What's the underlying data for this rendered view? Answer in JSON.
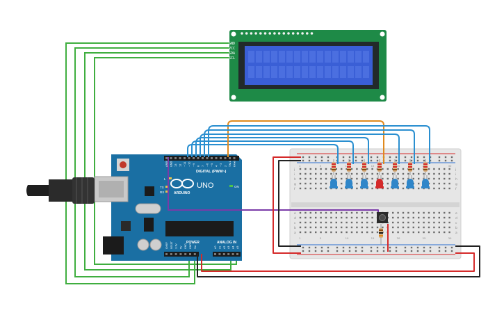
{
  "lcd": {
    "pin_labels": [
      "GND",
      "VCC",
      "SDA",
      "SCL"
    ],
    "screen_color": "#3a5fd6",
    "board_color": "#1e8a47"
  },
  "arduino": {
    "board_color": "#1a6fa3",
    "logo": "UNO",
    "brand": "ARDUINO",
    "digital_header": "DIGITAL (PWM~)",
    "analog_header": "ANALOG IN",
    "power_header": "POWER",
    "led_labels": [
      "L",
      "TX",
      "RX"
    ],
    "on_label": "ON",
    "top_pins": [
      "AREF",
      "GND",
      "13",
      "12",
      "~11",
      "~10",
      "~9",
      "8",
      "7",
      "~6",
      "~5",
      "4",
      "~3",
      "2",
      "TX▸1",
      "RX◂0"
    ],
    "power_pins": [
      "IOREF",
      "RESET",
      "3.3V",
      "5V",
      "GND",
      "GND",
      "Vin"
    ],
    "analog_pins": [
      "A0",
      "A1",
      "A2",
      "A3",
      "A4",
      "A5"
    ]
  },
  "breadboard": {
    "row_letters_top": [
      "j",
      "i",
      "h",
      "g",
      "f"
    ],
    "row_letters_bottom": [
      "e",
      "d",
      "c",
      "b",
      "a"
    ],
    "column_count": 30
  },
  "leds": [
    {
      "color": "#2f86c9"
    },
    {
      "color": "#2f86c9"
    },
    {
      "color": "#2f86c9"
    },
    {
      "color": "#d42a2a"
    },
    {
      "color": "#2f86c9"
    },
    {
      "color": "#2f86c9"
    },
    {
      "color": "#2f86c9"
    }
  ],
  "wire_colors": {
    "green": "#3fae3f",
    "blue": "#2a8fd0",
    "orange": "#e08a1e",
    "purple": "#7a3aa8",
    "red": "#d52a2a",
    "black": "#222222"
  }
}
